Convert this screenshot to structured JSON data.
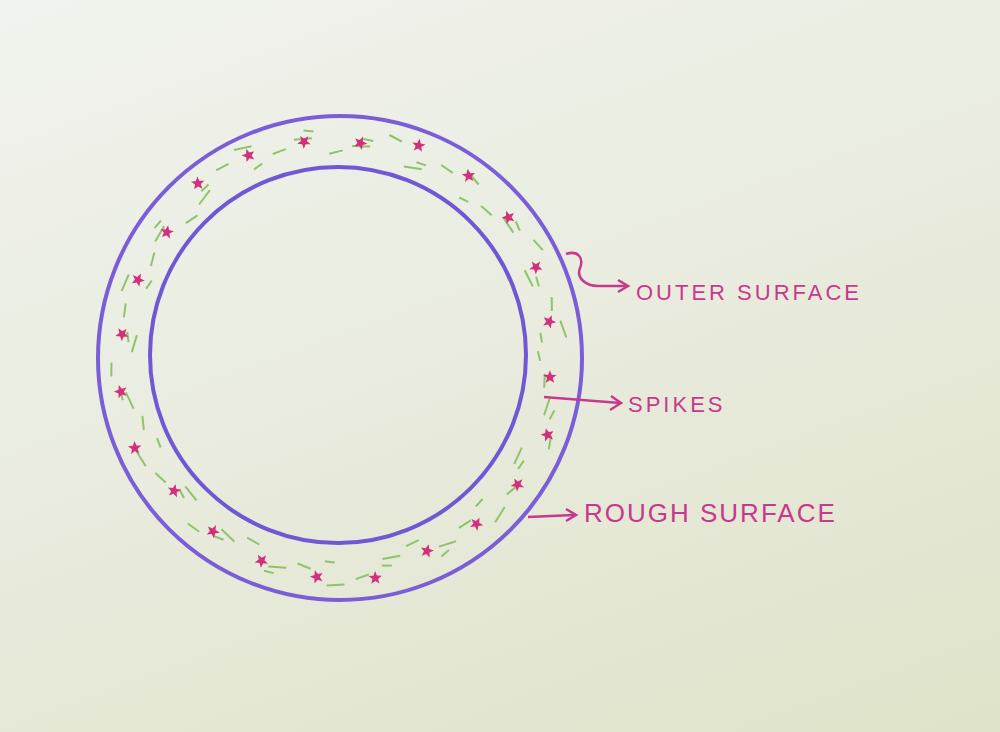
{
  "diagram": {
    "labels": [
      "OUTER SURFACE",
      "SPIKES",
      "ROUGH SURFACE"
    ]
  }
}
